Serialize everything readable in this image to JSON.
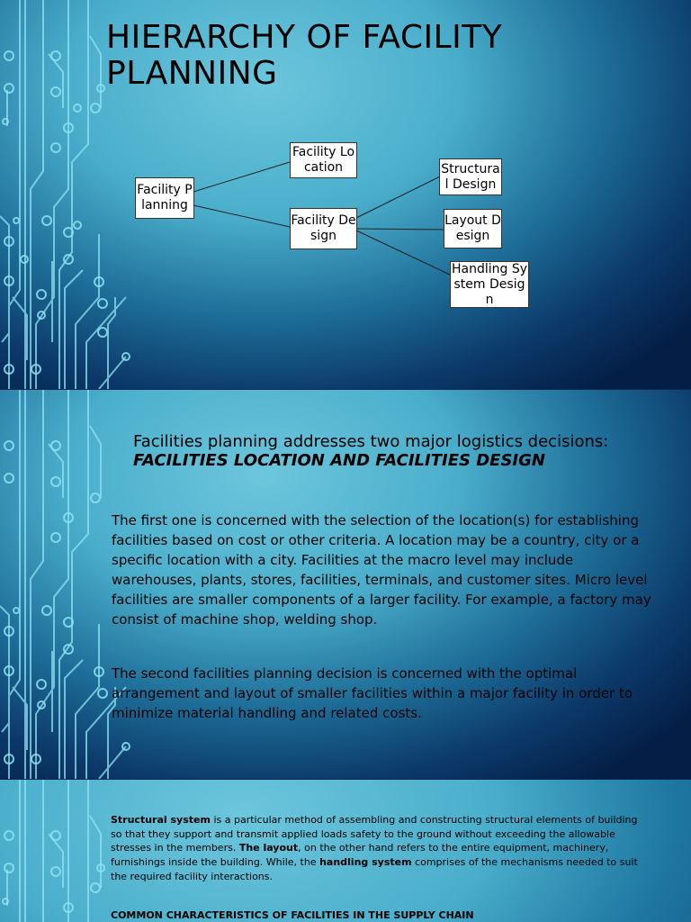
{
  "slide1": {
    "title": "HIERARCHY OF FACILITY PLANNING",
    "diagram": {
      "root": "Facility Planning",
      "level2": {
        "location": "Facility Location",
        "design": "Facility Design"
      },
      "level3": {
        "structural": "Structural Design",
        "layout": "Layout Design",
        "handling": "Handling System Design"
      }
    }
  },
  "slide2": {
    "lead": "Facilities planning addresses two major logistics decisions:",
    "lead_emphasis": "FACILITIES LOCATION AND FACILITIES DESIGN",
    "paragraph1": "The first one is concerned with the selection of the location(s) for establishing facilities based on cost or other criteria. A location may be a country, city or a specific location with a city. Facilities at the macro level may include warehouses, plants, stores, facilities, terminals, and customer sites. Micro level facilities are smaller components of a larger facility. For example, a factory may consist of machine shop, welding shop.",
    "paragraph2": "The second facilities planning decision is concerned with the optimal arrangement and layout of smaller facilities within a major facility in order to minimize material handling and related costs."
  },
  "slide3": {
    "term1": "Structural system",
    "text1": " is a particular method of assembling and constructing structural elements of building so that they support and transmit applied loads safety to the ground without exceeding the allowable stresses in the members. ",
    "term2": "The layout",
    "text2": ", on the other hand refers to the entire equipment, machinery, furnishings inside the building. While, the ",
    "term3": "handling system",
    "text3": " comprises of the mechanisms needed to suit the required facility interactions.",
    "heading": "COMMON CHARACTERISTICS OF FACILITIES IN THE SUPPLY CHAIN"
  },
  "colors": {
    "background_light": "#6cc6dc",
    "background_dark": "#041e46",
    "circuit": "#8fe3f2"
  }
}
